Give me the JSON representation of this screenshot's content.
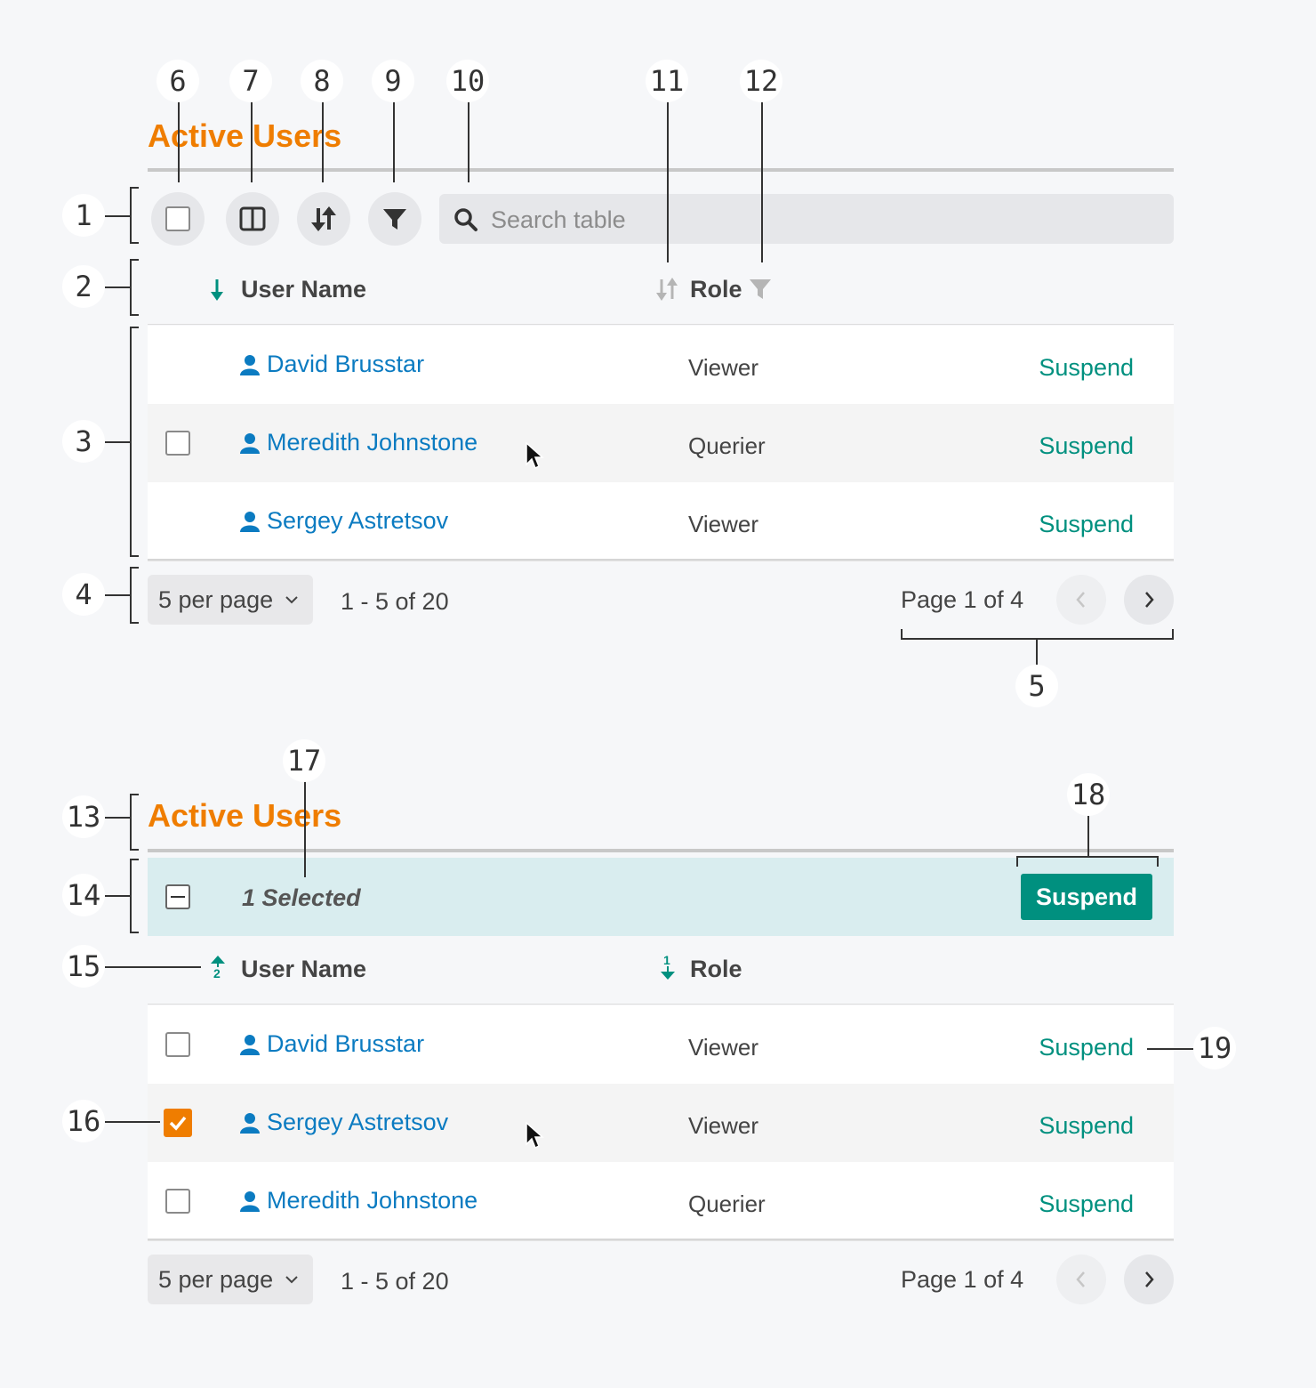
{
  "callouts": [
    "1",
    "2",
    "3",
    "4",
    "5",
    "6",
    "7",
    "8",
    "9",
    "10",
    "11",
    "12",
    "13",
    "14",
    "15",
    "16",
    "17",
    "18",
    "19"
  ],
  "top_table": {
    "title": "Active Users",
    "search_placeholder": "Search table",
    "columns": {
      "user_name": "User Name",
      "role": "Role"
    },
    "rows": [
      {
        "name": "David Brusstar",
        "role": "Viewer",
        "action": "Suspend"
      },
      {
        "name": "Meredith Johnstone",
        "role": "Querier",
        "action": "Suspend"
      },
      {
        "name": "Sergey Astretsov",
        "role": "Viewer",
        "action": "Suspend"
      }
    ],
    "footer": {
      "per_page": "5 per page",
      "range": "1 - 5 of 20",
      "page": "Page 1 of 4"
    }
  },
  "bottom_table": {
    "title": "Active Users",
    "selected_text": "1 Selected",
    "bulk_action": "Suspend",
    "columns": {
      "user_name": "User Name",
      "role": "Role"
    },
    "sort_order": {
      "user_name": "2",
      "role": "1"
    },
    "rows": [
      {
        "name": "David Brusstar",
        "role": "Viewer",
        "action": "Suspend",
        "checked": false
      },
      {
        "name": "Sergey Astretsov",
        "role": "Viewer",
        "action": "Suspend",
        "checked": true
      },
      {
        "name": "Meredith Johnstone",
        "role": "Querier",
        "action": "Suspend",
        "checked": false
      }
    ],
    "footer": {
      "per_page": "5 per page",
      "range": "1 - 5 of 20",
      "page": "Page 1 of 4"
    }
  },
  "colors": {
    "title": "#ef7d00",
    "link": "#0b7bc1",
    "action": "#00907f",
    "checkbox_checked": "#ef7d00",
    "selection_bar": "#d9edef"
  }
}
